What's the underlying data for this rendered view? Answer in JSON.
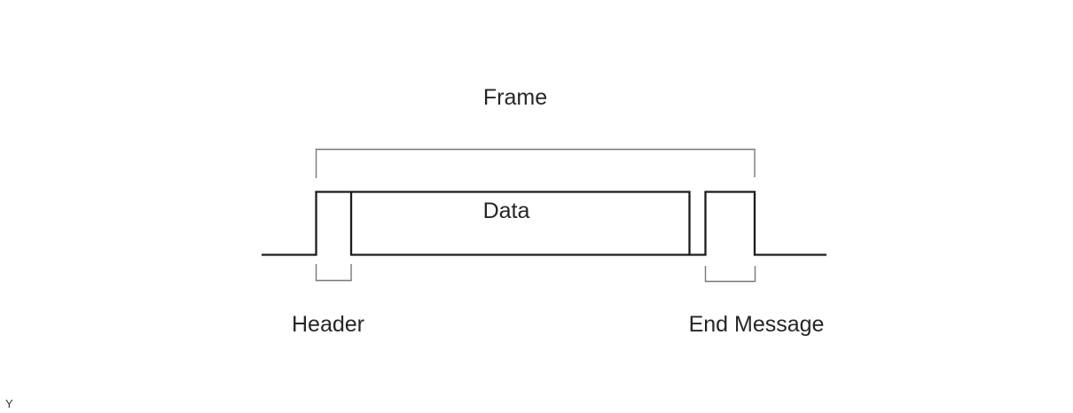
{
  "colors": {
    "background": "#ffffff",
    "signal_line": "#1c1c1c",
    "bracket_line": "#777777",
    "label_text": "#262626",
    "corner_text": "#333333"
  },
  "diagram": {
    "frame_label": "Frame",
    "data_label": "Data",
    "header_label": "Header",
    "end_message_label": "End Message"
  },
  "corner_mark": "Y"
}
